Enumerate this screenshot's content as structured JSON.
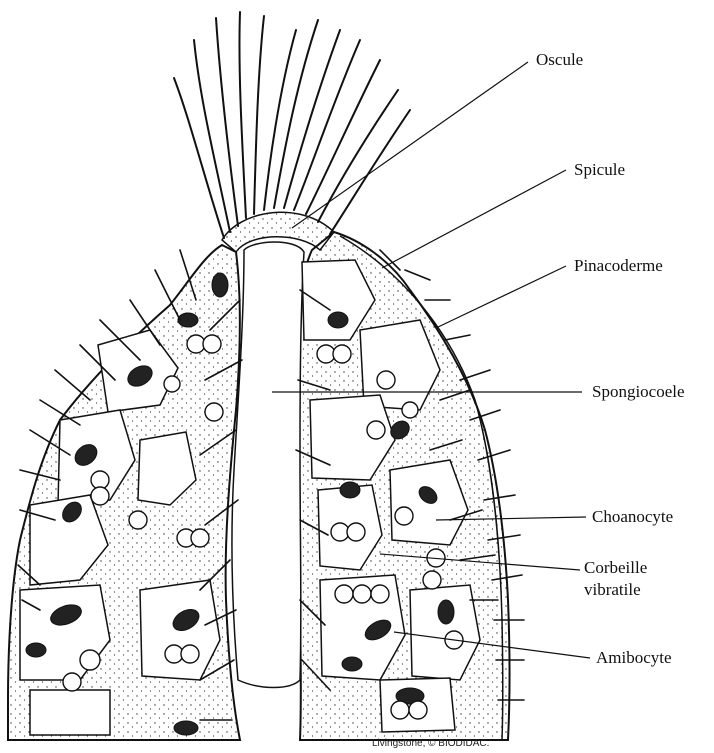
{
  "labels": {
    "oscule": "Oscule",
    "spicule": "Spicule",
    "pinacoderme": "Pinacoderme",
    "spongiocoele": "Spongiocoele",
    "choanocyte": "Choanocyte",
    "corbeille_line1": "Corbeille",
    "corbeille_line2": "vibratile",
    "amibocyte": "Amibocyte"
  },
  "credit": "Livingstone, © BIODIDAC.",
  "colors": {
    "ink": "#111111",
    "paper": "#ffffff"
  }
}
